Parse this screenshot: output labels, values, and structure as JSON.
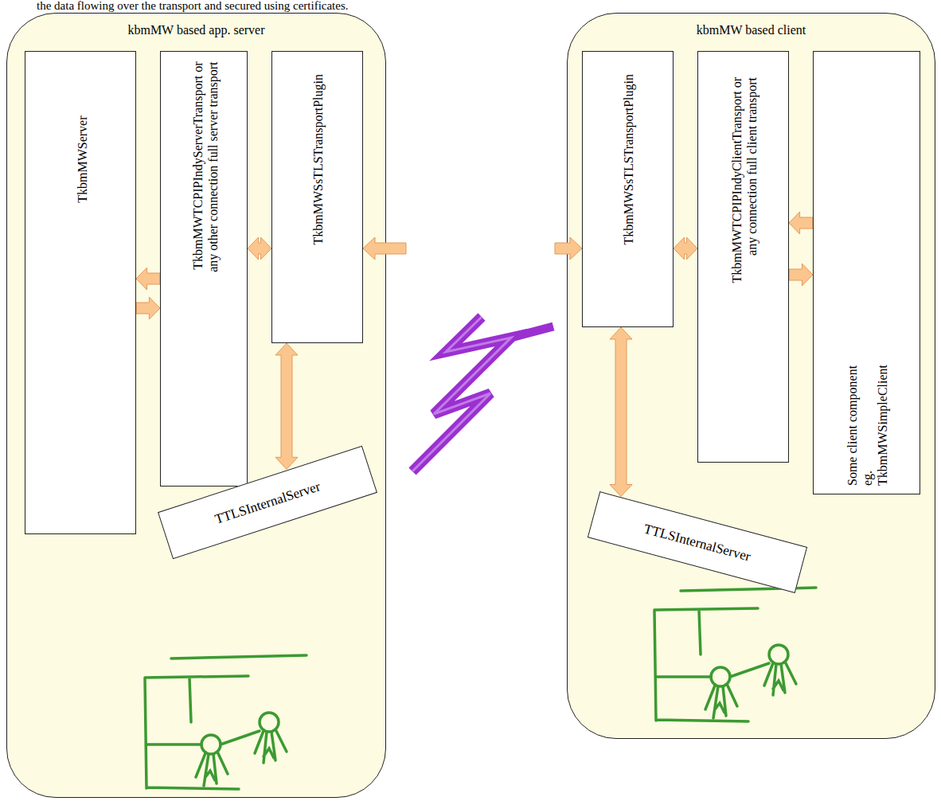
{
  "diagram": {
    "nodes": [
      {
        "text": [
          "kbmMW based app. server"
        ]
      },
      {
        "text": [
          "TkbmMWServer"
        ],
        "in": 0
      },
      {
        "text": [
          "TkbmMWTCPIPIndyServerTransport or any other connection full server transport"
        ],
        "in": 0
      },
      {
        "text": [
          "TkbmMWSsTLSTransportPlugin"
        ],
        "in": 0
      },
      {
        "text": [
          "TTLSInternalServer"
        ],
        "in": 0
      },
      {
        "text": [
          "kbmMW based client"
        ]
      },
      {
        "text": [
          "TkbmMWSsTLSTransportPlugin"
        ],
        "in": 5
      },
      {
        "text": [
          "TkbmMWTCPIPIndyClientTransport or any connection full client transport"
        ],
        "in": 5
      },
      {
        "text": [
          "Some client component eg. TkbmMWSimpleClient"
        ],
        "in": 5
      },
      {
        "text": [
          "TTLSInternalServer"
        ],
        "in": 5
      }
    ],
    "edges": [
      {
        "from": 2,
        "to": 1,
        "arrow": "to"
      },
      {
        "from": 1,
        "to": 2,
        "arrow": "to"
      },
      {
        "from": 2,
        "to": 3,
        "arrow": "both"
      },
      {
        "from": 3,
        "to": 6,
        "arrow": "both"
      },
      {
        "from": 3,
        "to": 4,
        "arrow": "both"
      },
      {
        "from": 6,
        "to": 7,
        "arrow": "both"
      },
      {
        "from": 8,
        "to": 7,
        "arrow": "to"
      },
      {
        "from": 7,
        "to": 8,
        "arrow": "to"
      },
      {
        "from": 6,
        "to": 9,
        "arrow": "both"
      }
    ],
    "labels": [
      "the data flowing over the transport and secured using certificates."
    ]
  }
}
